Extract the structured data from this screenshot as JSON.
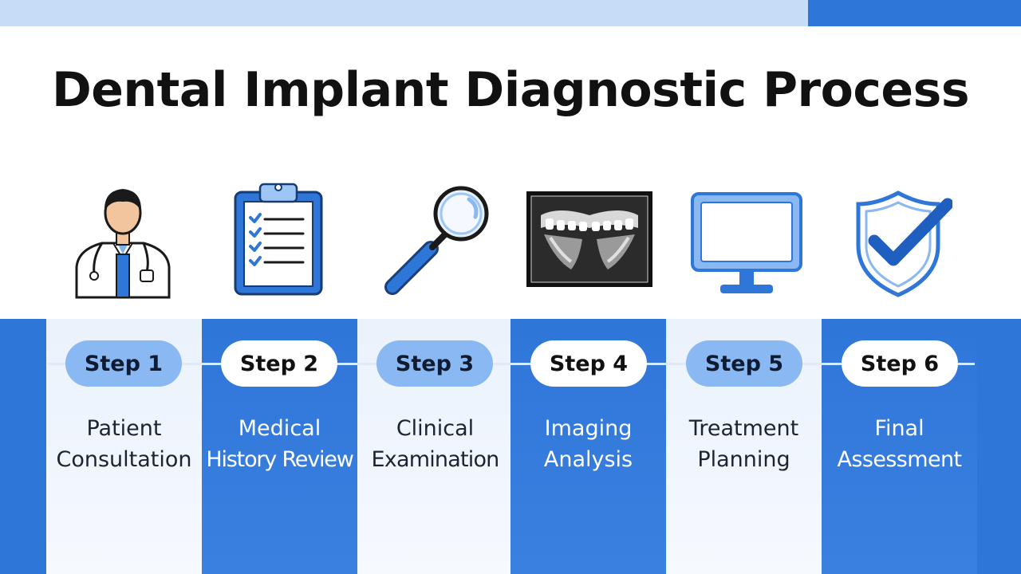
{
  "title": "Dental Implant Diagnostic Process",
  "steps": [
    {
      "badge": "Step 1",
      "line1": "Patient",
      "line2": "Consultation",
      "icon": "doctor-icon"
    },
    {
      "badge": "Step 2",
      "line1": "Medical",
      "line2": "History Review",
      "icon": "clipboard-checklist-icon"
    },
    {
      "badge": "Step 3",
      "line1": "Clinical",
      "line2": "Examination",
      "icon": "dental-mirror-icon"
    },
    {
      "badge": "Step 4",
      "line1": "Imaging",
      "line2": "Analysis",
      "icon": "dental-xray-icon"
    },
    {
      "badge": "Step 5",
      "line1": "Treatment",
      "line2": "Planning",
      "icon": "monitor-icon"
    },
    {
      "badge": "Step 6",
      "line1": "Final",
      "line2": "Assessment",
      "icon": "shield-check-icon"
    }
  ],
  "colors": {
    "accent": "#2f76d9",
    "light": "#eaf2fc",
    "pill_light": "#8ab8f2",
    "header_band": "#c7dcf6"
  }
}
